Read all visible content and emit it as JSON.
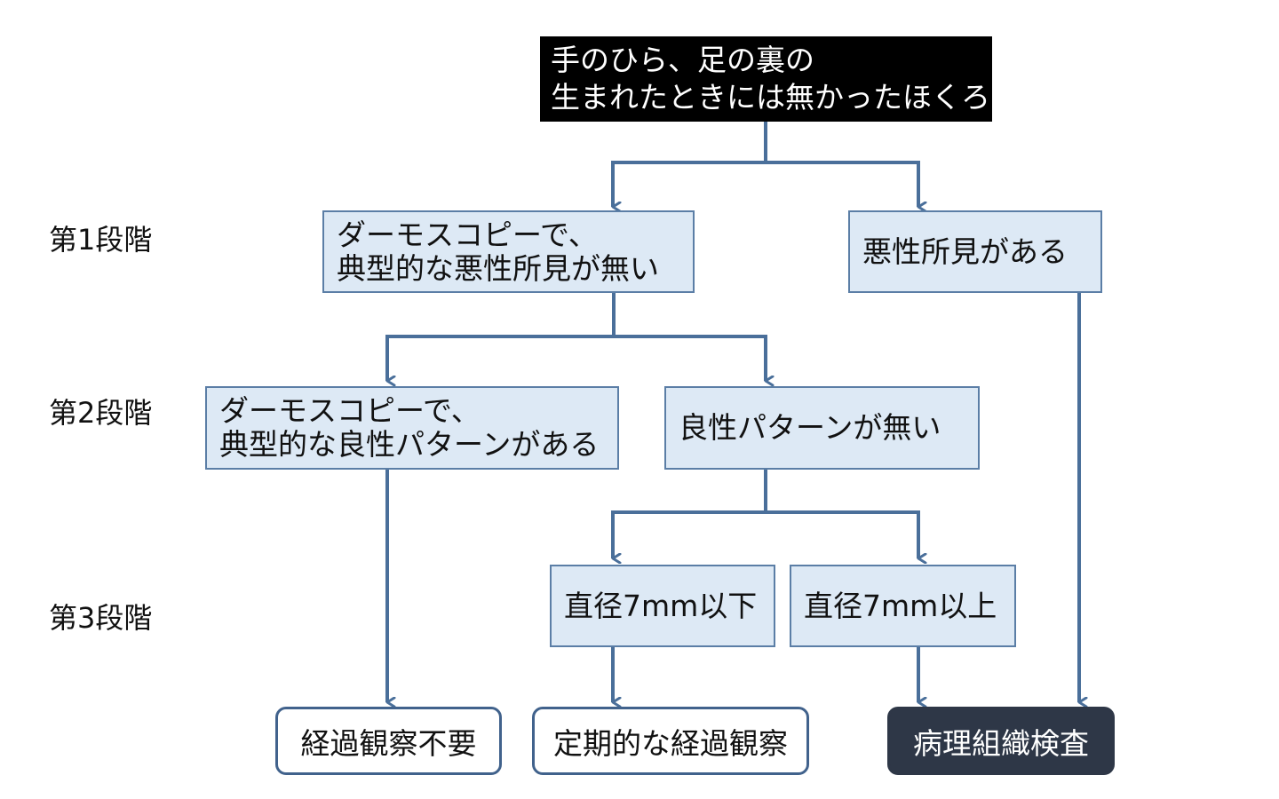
{
  "stages": [
    "第1段階",
    "第2段階",
    "第3段階"
  ],
  "start": {
    "line1": "手のひら、足の裏の",
    "line2": "生まれたときには無かったほくろ"
  },
  "level1": {
    "left": {
      "line1": "ダーモスコピーで、",
      "line2": "典型的な悪性所見が無い"
    },
    "right": "悪性所見がある"
  },
  "level2": {
    "left": {
      "line1": "ダーモスコピーで、",
      "line2": "典型的な良性パターンがある"
    },
    "right": "良性パターンが無い"
  },
  "level3": {
    "small": "直径7mm以下",
    "large": "直径7mm以上"
  },
  "outcomes": {
    "no_followup": "経過観察不要",
    "regular_followup": "定期的な経過観察",
    "biopsy": "病理組織検査"
  },
  "colors": {
    "box_fill": "#dde9f5",
    "box_border": "#5b7ea6",
    "connector": "#4a6f9a",
    "start_fill": "#000000",
    "biopsy_fill": "#2e3747"
  }
}
